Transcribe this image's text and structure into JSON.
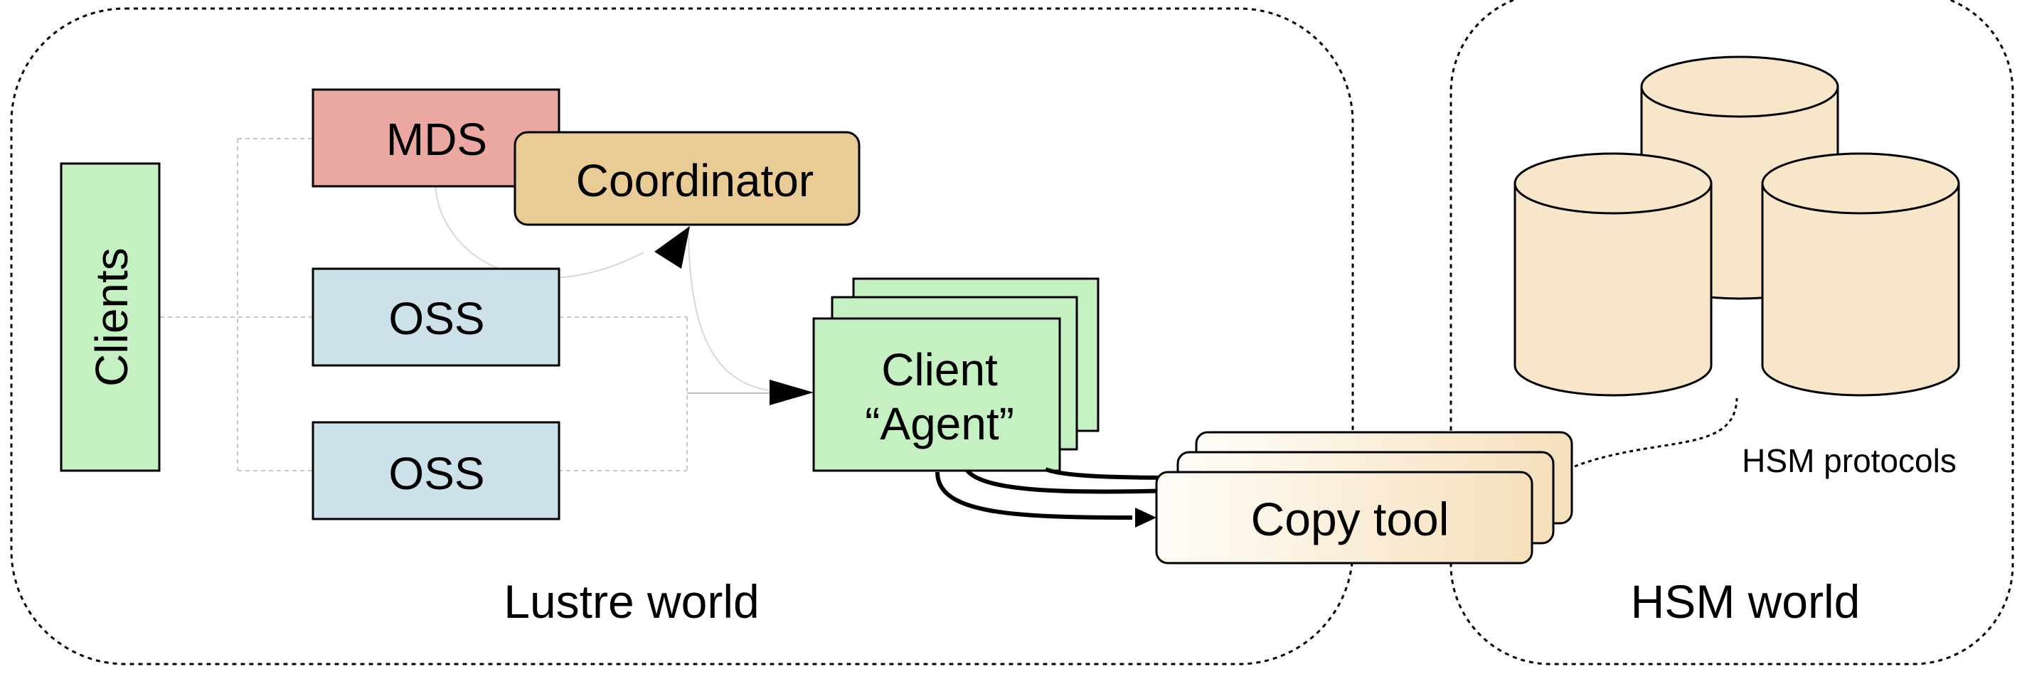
{
  "regions": {
    "lustre": {
      "label": "Lustre world"
    },
    "hsm": {
      "label": "HSM world"
    }
  },
  "nodes": {
    "clients": {
      "label": "Clients"
    },
    "mds": {
      "label": "MDS"
    },
    "coordinator": {
      "label": "Coordinator"
    },
    "oss_1": {
      "label": "OSS"
    },
    "oss_2": {
      "label": "OSS"
    },
    "client_agent": {
      "label_line1": "Client",
      "label_line2": "“Agent”"
    },
    "copy_tool": {
      "label": "Copy tool"
    }
  },
  "annotations": {
    "hsm_protocols": "HSM protocols"
  },
  "colors": {
    "clients": "#c5f0c2",
    "mds": "#eaa8a1",
    "coordinator": "#e9cc95",
    "oss": "#cde1ea",
    "client_agent": "#c5f0c2",
    "copy_tool_light": "#fffdf8",
    "copy_tool_dark": "#f6e0bc",
    "storage": "#f8e6ca"
  }
}
